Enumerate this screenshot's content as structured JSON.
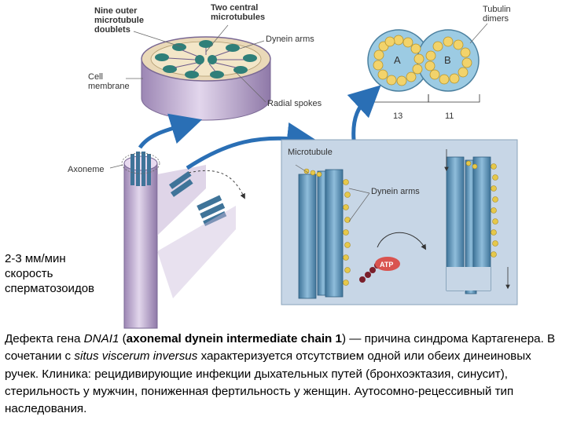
{
  "labels": {
    "nine_outer": "Nine outer microtubule doublets",
    "two_central": "Two central microtubules",
    "dynein_arms_top": "Dynein arms",
    "cell_membrane": "Cell membrane",
    "radial_spokes": "Radial spokes",
    "tubulin_dimers": "Tubulin dimers",
    "tubule_a": "A",
    "tubule_b": "B",
    "count_a": "13",
    "count_b": "11",
    "axoneme": "Axoneme",
    "microtubule": "Microtubule",
    "dynein_arms_panel": "Dynein arms",
    "atp": "ATP"
  },
  "speed_text": "2-3 мм/мин скорость сперматозоидов",
  "paragraph": {
    "p1": "Дефекта гена ",
    "gene": "DNAI1",
    "p2": " (",
    "full_name": "axonemal dynein intermediate chain 1",
    "p3": ") — причина синдрома Картагенера. В сочетании с ",
    "situs": "situs viscerum inversus",
    "p4": " характеризуется отсутствием одной или обеих динеиновых ручек. Клиника: рецидивирующие инфекции дыхательных путей (бронхоэктазия, синусит), стерильность у мужчин, пониженная фертильность у женщин. Аутосомно-рецессивный тип наследования."
  },
  "colors": {
    "membrane": "#c9b8d8",
    "microtubule": "#5a8fb3",
    "panel_bg": "#c7d6e6",
    "dynein": "#e6c84a",
    "arrow": "#2a6fb5",
    "atp": "#d9534f"
  }
}
